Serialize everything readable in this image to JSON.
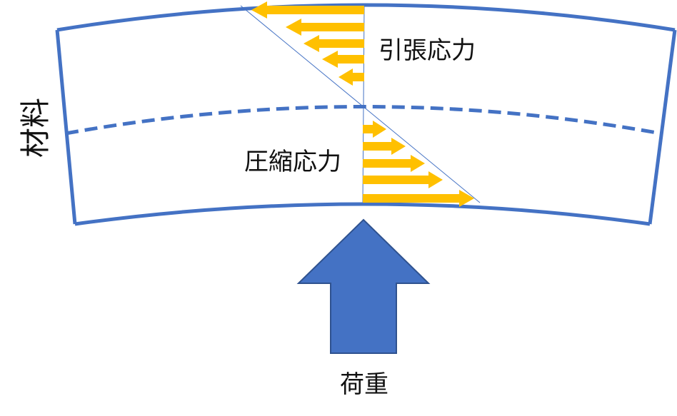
{
  "labels": {
    "tensile_stress": "引張応力",
    "compressive_stress": "圧縮応力",
    "material": "材料",
    "load": "荷重"
  },
  "colors": {
    "beam_outline": "#4472C4",
    "stress_arrow": "#FFC000",
    "load_arrow_fill": "#4472C4",
    "load_arrow_stroke": "#2F528F"
  }
}
